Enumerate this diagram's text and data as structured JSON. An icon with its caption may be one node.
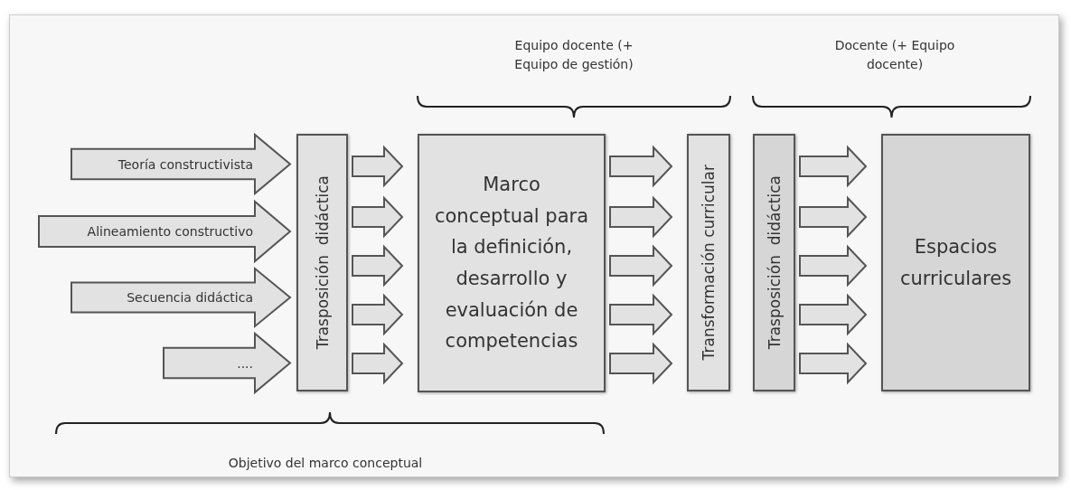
{
  "diagram": {
    "nodes": [
      {
        "text": [
          "Teoría constructivista"
        ]
      },
      {
        "text": [
          "Alineamiento constructivo"
        ]
      },
      {
        "text": [
          "Secuencia didáctica"
        ]
      },
      {
        "text": [
          "...."
        ]
      },
      {
        "text": [
          "Trasposición  didáctica"
        ]
      },
      {
        "text": [
          "Marco conceptual para la definición, desarrollo y evaluación de competencias"
        ]
      },
      {
        "text": [
          "Transformación curricular"
        ]
      },
      {
        "text": [
          "Trasposición  didáctica"
        ]
      },
      {
        "text": [
          "Espacios curriculares"
        ]
      }
    ],
    "edges": [
      {
        "from": 4,
        "to": 5,
        "arrow": "to"
      },
      {
        "from": 4,
        "to": 5,
        "arrow": "to"
      },
      {
        "from": 4,
        "to": 5,
        "arrow": "to"
      },
      {
        "from": 4,
        "to": 5,
        "arrow": "to"
      },
      {
        "from": 4,
        "to": 5,
        "arrow": "to"
      },
      {
        "from": 5,
        "to": 6,
        "arrow": "to"
      },
      {
        "from": 5,
        "to": 6,
        "arrow": "to"
      },
      {
        "from": 5,
        "to": 6,
        "arrow": "to"
      },
      {
        "from": 5,
        "to": 6,
        "arrow": "to"
      },
      {
        "from": 5,
        "to": 6,
        "arrow": "to"
      },
      {
        "from": 7,
        "to": 8,
        "arrow": "to"
      },
      {
        "from": 7,
        "to": 8,
        "arrow": "to"
      },
      {
        "from": 7,
        "to": 8,
        "arrow": "to"
      },
      {
        "from": 7,
        "to": 8,
        "arrow": "to"
      },
      {
        "from": 7,
        "to": 8,
        "arrow": "to"
      }
    ],
    "labels": [
      "Equipo docente (+ Equipo de gestión)",
      "Docente (+ Equipo docente)",
      "Objetivo del marco conceptual"
    ]
  }
}
